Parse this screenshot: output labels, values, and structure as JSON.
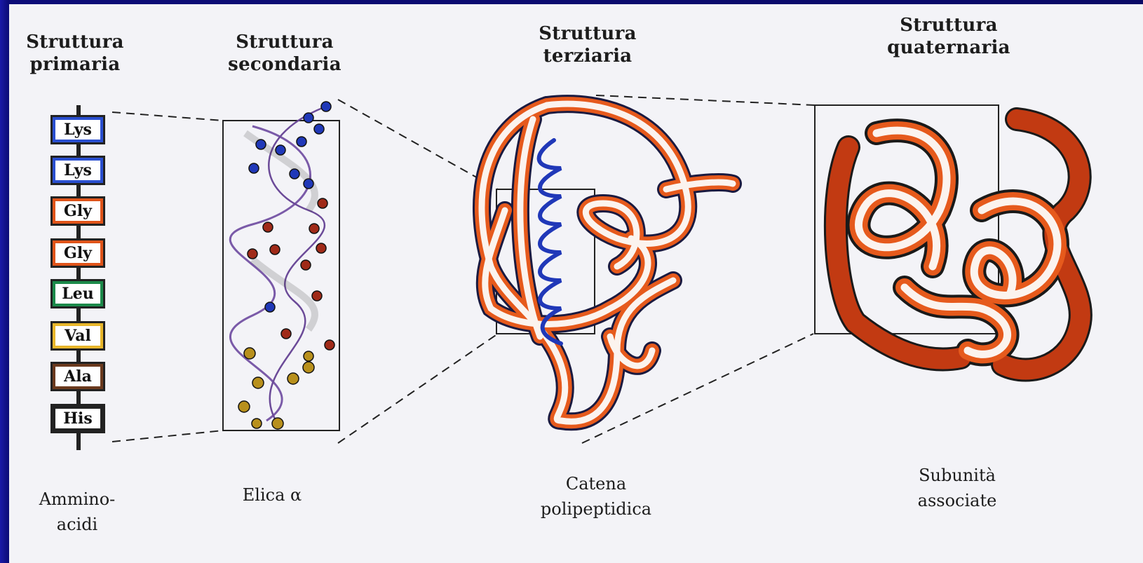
{
  "titles": {
    "primary": [
      "Struttura",
      "primaria"
    ],
    "secondary": [
      "Struttura",
      "secondaria"
    ],
    "tertiary": [
      "Struttura",
      "terziaria"
    ],
    "quaternary": [
      "Struttura",
      "quaternaria"
    ]
  },
  "captions": {
    "primary": [
      "Ammino-",
      "acidi"
    ],
    "secondary": [
      "Elica α"
    ],
    "tertiary": [
      "Catena",
      "polipeptidica"
    ],
    "quaternary": [
      "Subunità",
      "associate"
    ]
  },
  "amino_acids": [
    {
      "label": "Lys",
      "color": "#2a4fd0"
    },
    {
      "label": "Lys",
      "color": "#2a4fd0"
    },
    {
      "label": "Gly",
      "color": "#e0541a"
    },
    {
      "label": "Gly",
      "color": "#e0541a"
    },
    {
      "label": "Leu",
      "color": "#1c8a4a"
    },
    {
      "label": "Val",
      "color": "#e8b62a"
    },
    {
      "label": "Ala",
      "color": "#6b3a1e"
    },
    {
      "label": "His",
      "color": "#222222"
    }
  ],
  "colors": {
    "helix_blue": "#2038b8",
    "helix_red": "#a02a18",
    "helix_gold": "#b8901c",
    "ribbon_orange": "#e65a1c",
    "ribbon_dark": "#1a1a40",
    "subunit_red": "#c23a12"
  }
}
